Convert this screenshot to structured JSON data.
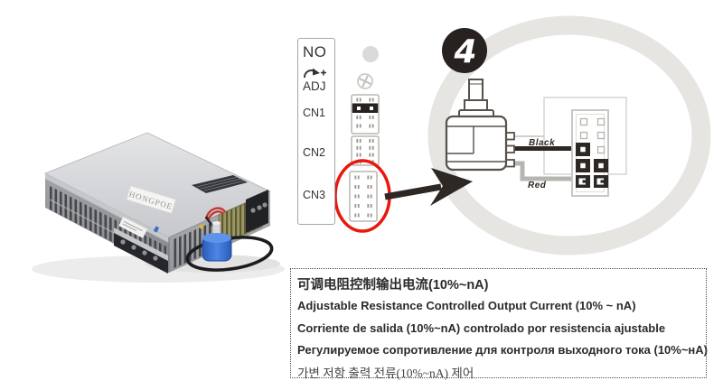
{
  "diagram": {
    "step_number": "4",
    "panel_labels": {
      "no": "NO",
      "adj": "ADJ",
      "cn1": "CN1",
      "cn2": "CN2",
      "cn3": "CN3"
    },
    "wire_labels": {
      "black": "Black",
      "red": "Red"
    }
  },
  "device": {
    "brand": "HONGPOE"
  },
  "instructions": {
    "lines": [
      {
        "lang": "zh",
        "text": "可调电阻控制输出电流(10%~nA)"
      },
      {
        "lang": "en",
        "text": "Adjustable Resistance Controlled Output Current (10% ~ nA)"
      },
      {
        "lang": "es",
        "text": "Corriente de salida (10%~nA) controlado por resistencia ajustable"
      },
      {
        "lang": "ru",
        "text": "Регулируемое сопротивление для контроля выходного тока (10%~нА)"
      },
      {
        "lang": "ko",
        "text": "가변 저항 출력 전류(10%~nA) 제어"
      }
    ]
  },
  "colors": {
    "highlight_red": "#e8180c",
    "ring_gray": "#e6e5e2",
    "badge_black": "#27211f",
    "pot_blue": "#3f74d6"
  }
}
